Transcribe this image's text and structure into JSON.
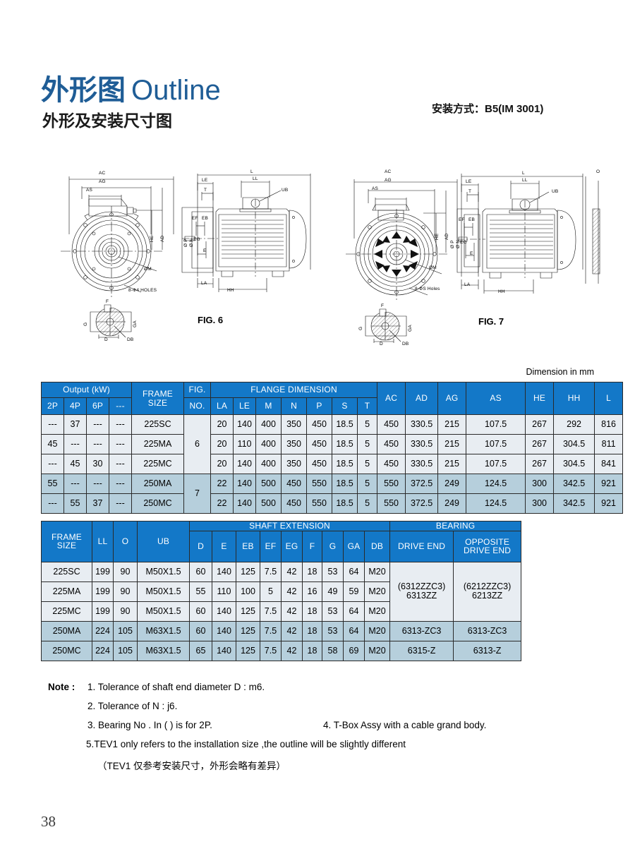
{
  "header": {
    "title_cn": "外形图",
    "title_en": "Outline",
    "subtitle": "外形及安装尺寸图",
    "mounting_note": "安装方式：B5(IM 3001)"
  },
  "drawings": {
    "unit_note": "Dimension in  mm",
    "fig6_label": "FIG. 6",
    "fig7_label": "FIG. 7",
    "fig6_front_labels": {
      "ac": "AC",
      "ag": "AG",
      "as": "AS",
      "he": "HE",
      "ad": "AD",
      "dia_m": "ØM",
      "holes": "8-Ф4 HOLES",
      "f": "F"
    },
    "fig6_side_labels": {
      "l": "L",
      "le": "LE",
      "ll": "LL",
      "ub": "UB",
      "t": "T",
      "ef": "EF",
      "eb": "EB",
      "eg": "EG",
      "e": "E",
      "la": "LA",
      "hh": "HH",
      "dia_p": "Ø P",
      "dia_n": "Ø N"
    },
    "fig6_shaft_labels": {
      "f": "F",
      "g": "G",
      "ga": "GA",
      "d": "D",
      "db": "DB"
    },
    "fig7_front_labels": {
      "ac": "AC",
      "ag": "AG",
      "as": "AS",
      "he": "HE",
      "ad": "AD",
      "dia_m": "ØM",
      "holes": "8-ФS Holes"
    },
    "fig7_side_labels": {
      "l": "L",
      "le": "LE",
      "ll": "LL",
      "ub": "UB",
      "t": "T",
      "o": "O",
      "ef": "EF",
      "eb": "EB",
      "eg": "EG",
      "e": "E",
      "la": "LA",
      "hh": "HH",
      "dia_p": "Ø P",
      "dia_n": "Ø N"
    },
    "fig7_shaft_labels": {
      "f": "F",
      "g": "G",
      "ga": "GA",
      "d": "D",
      "db": "DB"
    }
  },
  "table1": {
    "group_headers": {
      "output": "Output (kW)",
      "frame_size": "FRAME SIZE",
      "fig_no": "FIG. NO.",
      "flange": "FLANGE DIMENSION"
    },
    "columns": [
      "2P",
      "4P",
      "6P",
      "---",
      "LA",
      "LE",
      "M",
      "N",
      "P",
      "S",
      "T",
      "AC",
      "AD",
      "AG",
      "AS",
      "HE",
      "HH",
      "L"
    ],
    "frame_size_line1": "FRAME",
    "frame_size_line2": "SIZE",
    "fig_line1": "FIG.",
    "fig_line2": "NO.",
    "fig_groups": [
      {
        "value": "6",
        "rows": 3
      },
      {
        "value": "7",
        "rows": 2
      }
    ],
    "rows": [
      {
        "band": false,
        "p2": "---",
        "p4": "37",
        "p6": "---",
        "p8": "---",
        "frame": "225SC",
        "la": "20",
        "le": "140",
        "m": "400",
        "n": "350",
        "p": "450",
        "s": "18.5",
        "t": "5",
        "ac": "450",
        "ad": "330.5",
        "ag": "215",
        "as": "107.5",
        "he": "267",
        "hh": "292",
        "l": "816"
      },
      {
        "band": false,
        "p2": "45",
        "p4": "---",
        "p6": "---",
        "p8": "---",
        "frame": "225MA",
        "la": "20",
        "le": "110",
        "m": "400",
        "n": "350",
        "p": "450",
        "s": "18.5",
        "t": "5",
        "ac": "450",
        "ad": "330.5",
        "ag": "215",
        "as": "107.5",
        "he": "267",
        "hh": "304.5",
        "l": "811"
      },
      {
        "band": false,
        "p2": "---",
        "p4": "45",
        "p6": "30",
        "p8": "---",
        "frame": "225MC",
        "la": "20",
        "le": "140",
        "m": "400",
        "n": "350",
        "p": "450",
        "s": "18.5",
        "t": "5",
        "ac": "450",
        "ad": "330.5",
        "ag": "215",
        "as": "107.5",
        "he": "267",
        "hh": "304.5",
        "l": "841"
      },
      {
        "band": true,
        "p2": "55",
        "p4": "---",
        "p6": "---",
        "p8": "---",
        "frame": "250MA",
        "la": "22",
        "le": "140",
        "m": "500",
        "n": "450",
        "p": "550",
        "s": "18.5",
        "t": "5",
        "ac": "550",
        "ad": "372.5",
        "ag": "249",
        "as": "124.5",
        "he": "300",
        "hh": "342.5",
        "l": "921"
      },
      {
        "band": true,
        "p2": "---",
        "p4": "55",
        "p6": "37",
        "p8": "---",
        "frame": "250MC",
        "la": "22",
        "le": "140",
        "m": "500",
        "n": "450",
        "p": "550",
        "s": "18.5",
        "t": "5",
        "ac": "550",
        "ad": "372.5",
        "ag": "249",
        "as": "124.5",
        "he": "300",
        "hh": "342.5",
        "l": "921"
      }
    ]
  },
  "table2": {
    "group_headers": {
      "shaft_extension": "SHAFT  EXTENSION",
      "bearing": "BEARING"
    },
    "frame_size_line1": "FRAME",
    "frame_size_line2": "SIZE",
    "columns": [
      "LL",
      "O",
      "UB",
      "D",
      "E",
      "EB",
      "EF",
      "EG",
      "F",
      "G",
      "GA",
      "DB"
    ],
    "drive_end": "DRIVE END",
    "opposite_drive_end_line1": "OPPOSITE",
    "opposite_drive_end_line2": "DRIVE  END",
    "rows": [
      {
        "band": false,
        "frame": "225SC",
        "ll": "199",
        "o": "90",
        "ub": "M50X1.5",
        "d": "60",
        "e": "140",
        "eb": "125",
        "ef": "7.5",
        "eg": "42",
        "f": "18",
        "g": "53",
        "ga": "64",
        "db": "M20"
      },
      {
        "band": false,
        "frame": "225MA",
        "ll": "199",
        "o": "90",
        "ub": "M50X1.5",
        "d": "55",
        "e": "110",
        "eb": "100",
        "ef": "5",
        "eg": "42",
        "f": "16",
        "g": "49",
        "ga": "59",
        "db": "M20"
      },
      {
        "band": false,
        "frame": "225MC",
        "ll": "199",
        "o": "90",
        "ub": "M50X1.5",
        "d": "60",
        "e": "140",
        "eb": "125",
        "ef": "7.5",
        "eg": "42",
        "f": "18",
        "g": "53",
        "ga": "64",
        "db": "M20"
      },
      {
        "band": true,
        "frame": "250MA",
        "ll": "224",
        "o": "105",
        "ub": "M63X1.5",
        "d": "60",
        "e": "140",
        "eb": "125",
        "ef": "7.5",
        "eg": "42",
        "f": "18",
        "g": "53",
        "ga": "64",
        "db": "M20",
        "drive_end": "6313-ZC3",
        "opp_drive_end": "6313-ZC3"
      },
      {
        "band": true,
        "frame": "250MC",
        "ll": "224",
        "o": "105",
        "ub": "M63X1.5",
        "d": "65",
        "e": "140",
        "eb": "125",
        "ef": "7.5",
        "eg": "42",
        "f": "18",
        "g": "58",
        "ga": "69",
        "db": "M20",
        "drive_end": "6315-Z",
        "opp_drive_end": "6313-Z"
      }
    ],
    "bearing_merged": {
      "drive_end_line1": "(6312ZZC3)",
      "drive_end_line2": "6313ZZ",
      "opp_drive_end_line1": "(6212ZZC3)",
      "opp_drive_end_line2": "6213ZZ"
    }
  },
  "notes": {
    "label": "Note :",
    "n1": "1. Tolerance  of  shaft  end  diameter  D : m6.",
    "n2": "2. Tolerance  of  N : j6.",
    "n3": "3.  Bearing   No . In (      )  is  for  2P.",
    "n4": "4. T-Box Assy with a cable grand body.",
    "n5": "5.TEV1 only refers  to the installation size ,the outline will be slightly different",
    "n5_cn": "（TEV1 仅参考安装尺寸，外形会略有差异）"
  },
  "footer": {
    "page_number": "38"
  },
  "colors": {
    "header_blue": "#1378c8",
    "title_blue": "#1f5d96",
    "row_light": "#e8edf2",
    "row_band": "#b6cfdc"
  }
}
